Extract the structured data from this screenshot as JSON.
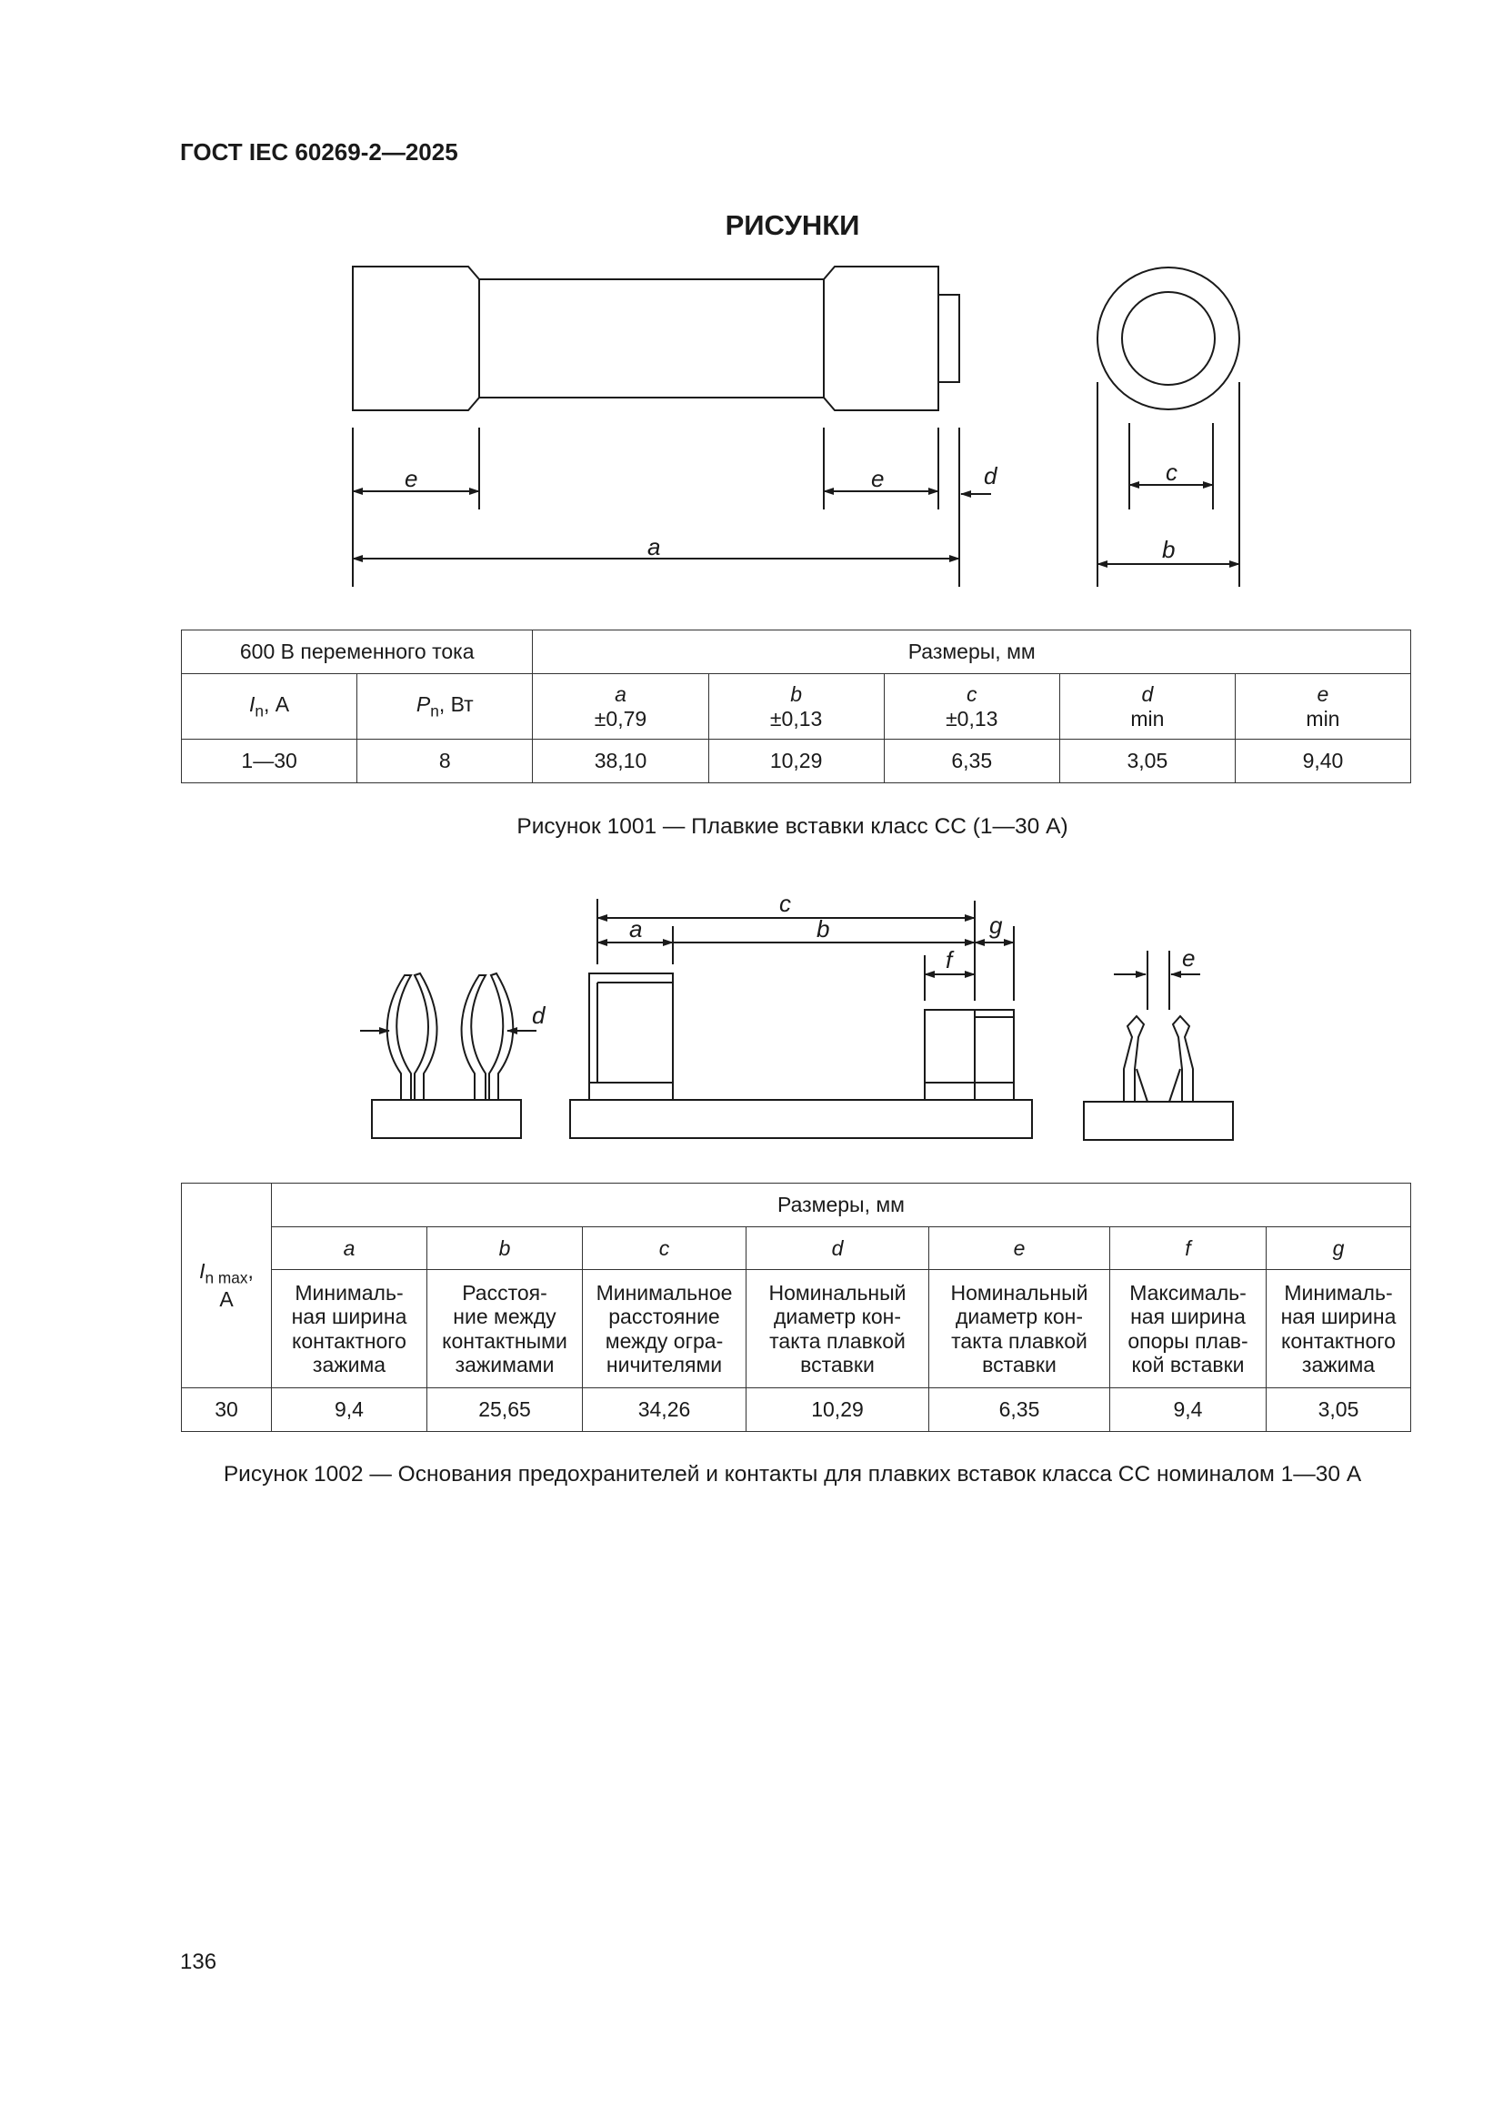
{
  "doc_header": "ГОСТ IEC 60269-2—2025",
  "section_title": "РИСУНКИ",
  "fig1": {
    "labels": {
      "a": "a",
      "b": "b",
      "c": "c",
      "d": "d",
      "e": "e"
    },
    "table": {
      "group_left": "600 В переменного тока",
      "group_right": "Размеры, мм",
      "h_in": "I",
      "h_in_sub": "n",
      "h_in_unit": ", А",
      "h_pn": "P",
      "h_pn_sub": "n",
      "h_pn_unit": ", Вт",
      "cols": [
        {
          "sym": "a",
          "tol": "±0,79"
        },
        {
          "sym": "b",
          "tol": "±0,13"
        },
        {
          "sym": "c",
          "tol": "±0,13"
        },
        {
          "sym": "d",
          "tol": "min"
        },
        {
          "sym": "e",
          "tol": "min"
        }
      ],
      "row": [
        "1—30",
        "8",
        "38,10",
        "10,29",
        "6,35",
        "3,05",
        "9,40"
      ]
    },
    "caption": "Рисунок 1001 — Плавкие вставки класс СС (1—30 А)"
  },
  "fig2": {
    "labels": {
      "a": "a",
      "b": "b",
      "c": "c",
      "d": "d",
      "e": "e",
      "f": "f",
      "g": "g"
    },
    "table": {
      "h_imax": "I",
      "h_imax_sub": "n max",
      "h_imax_unit": "А",
      "group": "Размеры, мм",
      "cols": [
        {
          "sym": "a",
          "desc": [
            "Минималь-",
            "ная ширина",
            "контактного",
            "зажима"
          ]
        },
        {
          "sym": "b",
          "desc": [
            "Расстоя-",
            "ние между",
            "контактными",
            "зажимами"
          ]
        },
        {
          "sym": "c",
          "desc": [
            "Минимальное",
            "расстояние",
            "между огра-",
            "ничителями"
          ]
        },
        {
          "sym": "d",
          "desc": [
            "Номинальный",
            "диаметр кон-",
            "такта плавкой",
            "вставки"
          ]
        },
        {
          "sym": "e",
          "desc": [
            "Номинальный",
            "диаметр кон-",
            "такта плавкой",
            "вставки"
          ]
        },
        {
          "sym": "f",
          "desc": [
            "Максималь-",
            "ная ширина",
            "опоры плав-",
            "кой вставки"
          ]
        },
        {
          "sym": "g",
          "desc": [
            "Минималь-",
            "ная ширина",
            "контактного",
            "зажима"
          ]
        }
      ],
      "row": [
        "30",
        "9,4",
        "25,65",
        "34,26",
        "10,29",
        "6,35",
        "9,4",
        "3,05"
      ]
    },
    "caption": "Рисунок 1002 — Основания предохранителей и контакты для плавких вставок класса СС номиналом 1—30 А"
  },
  "page_number": "136"
}
